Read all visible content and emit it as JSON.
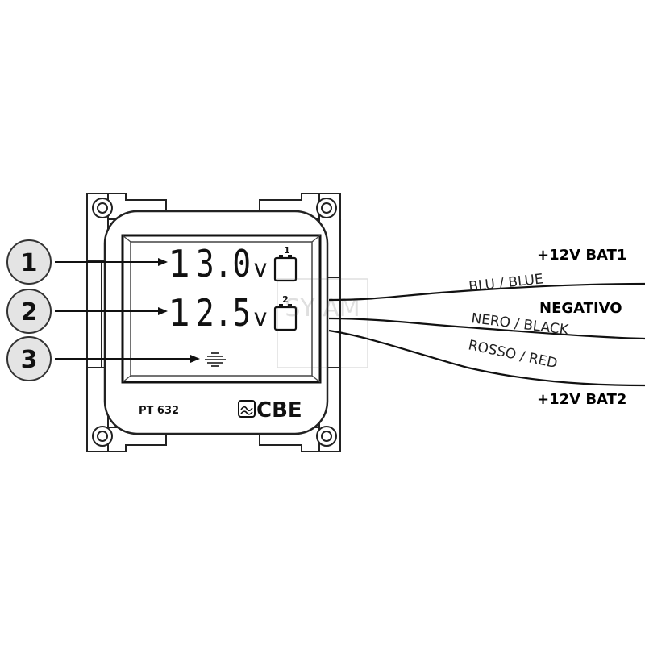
{
  "callouts": [
    {
      "number": "1"
    },
    {
      "number": "2"
    },
    {
      "number": "3"
    }
  ],
  "display": {
    "battery1": {
      "index": "1",
      "voltage": "3.0",
      "unit": "v",
      "icon_number": "1"
    },
    "battery2": {
      "index": "1",
      "voltage": "2.5",
      "unit": "v",
      "icon_number": "2"
    },
    "status_icon": "wave-icon"
  },
  "panel": {
    "model": "PT 632",
    "brand": "CBE",
    "brand_icon": "cbe-logo-icon"
  },
  "wires": {
    "wire1": {
      "label": "BLU / BLUE",
      "terminal": "+12V BAT1"
    },
    "wire2": {
      "label": "NERO / BLACK",
      "terminal": "NEGATIVO"
    },
    "wire3": {
      "label": "ROSSO / RED",
      "terminal": "+12V BAT2"
    }
  },
  "watermark": "SY AM"
}
